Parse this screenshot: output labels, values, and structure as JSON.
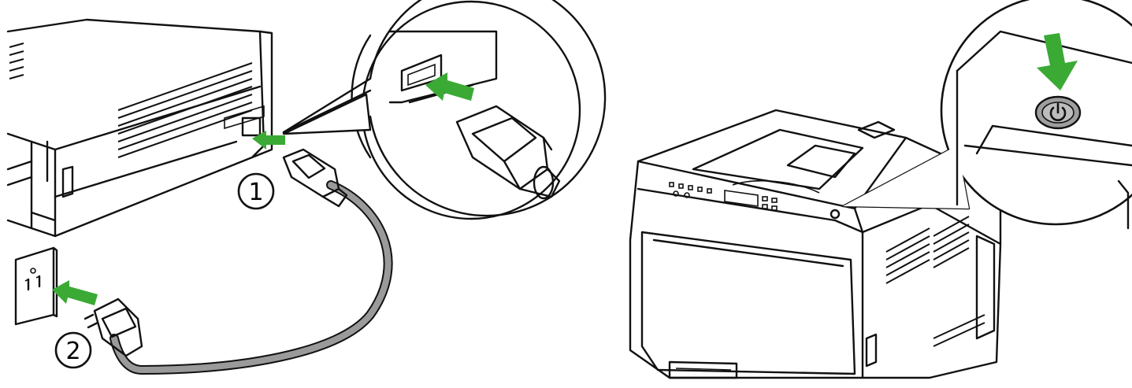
{
  "colors": {
    "arrow": "#3aaa35",
    "line": "#111111",
    "background": "#ffffff",
    "button_fill": "#bdbdbd"
  },
  "steps": [
    {
      "label": "1"
    },
    {
      "label": "2"
    }
  ],
  "icons": {
    "power_button": "power-icon",
    "arrows": [
      "arrow-into-printer-inlet",
      "arrow-into-inlet-zoom",
      "arrow-into-wall-outlet",
      "arrow-down-press-power"
    ]
  }
}
